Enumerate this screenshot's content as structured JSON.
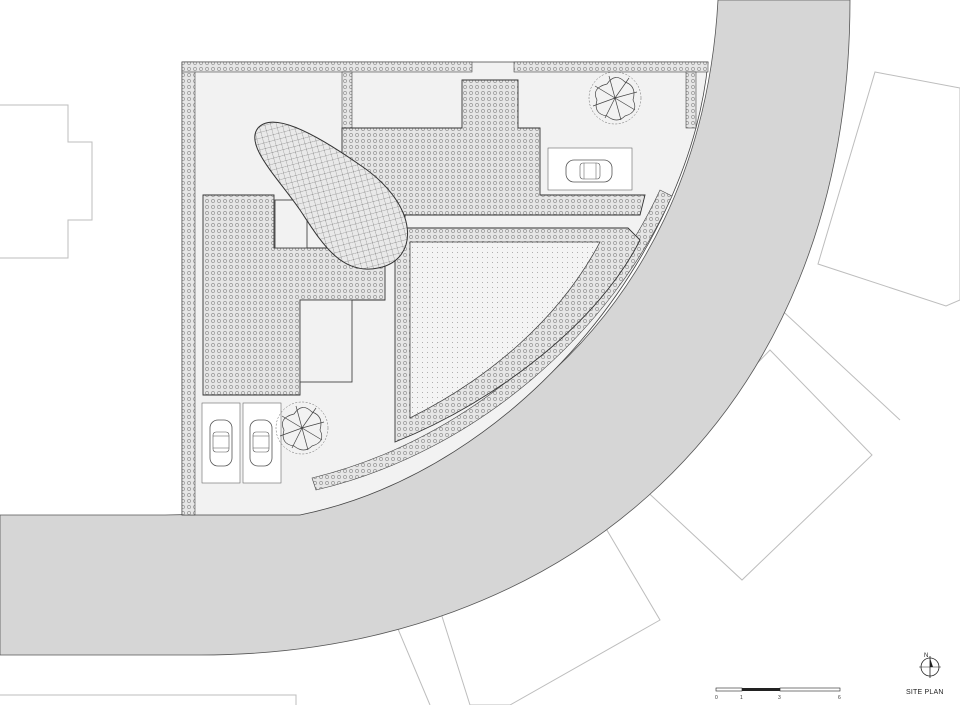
{
  "drawing": {
    "title": "SITE PLAN",
    "north_label": "N",
    "scale_ticks": [
      "0",
      "1",
      "3",
      "6"
    ]
  },
  "colors": {
    "road": "#d6d6d6",
    "site": "#f2f2f2",
    "line": "#444444",
    "paving": "#cfcfcf",
    "light_line": "#bdbdbd"
  }
}
